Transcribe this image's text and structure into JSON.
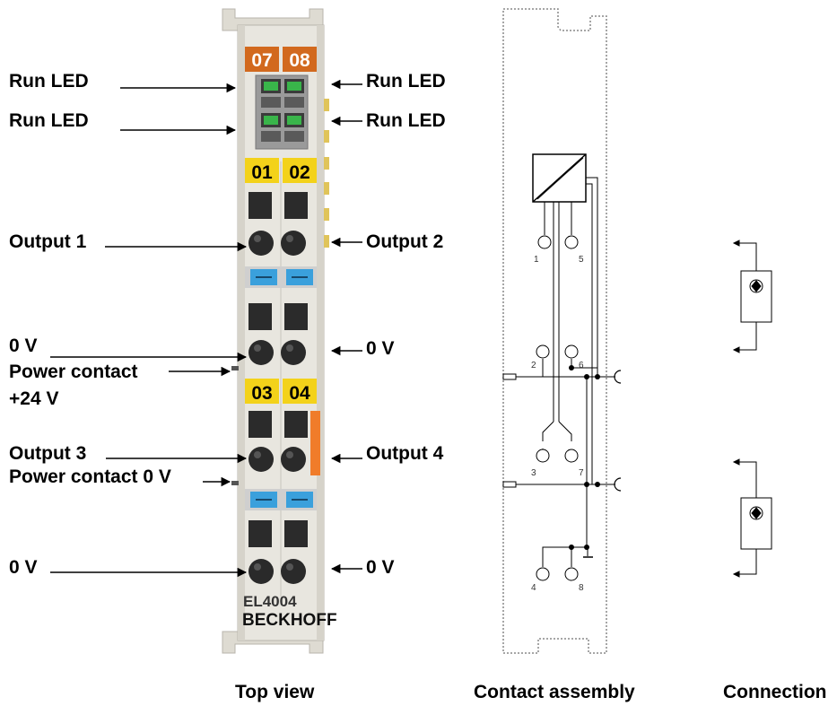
{
  "labels": {
    "left_run_led_1": "Run LED",
    "left_run_led_2": "Run LED",
    "right_run_led_1": "Run LED",
    "right_run_led_2": "Run LED",
    "output_1": "Output 1",
    "output_2": "Output 2",
    "left_0v_1": "0 V",
    "right_0v_1": "0 V",
    "power_contact": "Power contact",
    "plus_24v": "+24 V",
    "output_3": "Output 3",
    "output_4": "Output 4",
    "power_contact_0v": "Power contact 0 V",
    "left_0v_2": "0 V",
    "right_0v_2": "0 V"
  },
  "terminal": {
    "badge_top": [
      "07",
      "08"
    ],
    "badge_mid1": [
      "01",
      "02"
    ],
    "badge_mid2": [
      "03",
      "04"
    ],
    "model": "EL4004",
    "brand": "BECKHOFF",
    "badge_orange_color": "#d2691e",
    "badge_yellow_color": "#f3d21a",
    "led_green_color": "#39b54a",
    "bridge_blue_color": "#3aa0dc"
  },
  "contact_assembly": {
    "pins": [
      "1",
      "5",
      "2",
      "6",
      "3",
      "7",
      "4",
      "8"
    ]
  },
  "captions": {
    "top_view": "Top view",
    "contact_assembly": "Contact assembly",
    "connection": "Connection"
  }
}
